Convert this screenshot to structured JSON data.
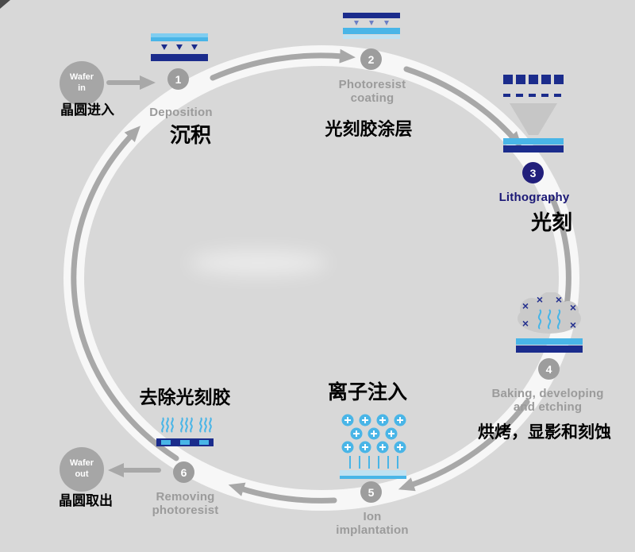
{
  "diagram": {
    "title_semantic": "semiconductor-manufacturing-cycle",
    "wafer_in": {
      "en": "Wafer in",
      "zh": "晶圆进入"
    },
    "wafer_out": {
      "en": "Wafer out",
      "zh": "晶圆取出"
    },
    "steps": [
      {
        "number": "1",
        "en": "Deposition",
        "zh": "沉积"
      },
      {
        "number": "2",
        "en": "Photoresist coating",
        "zh": "光刻胶涂层"
      },
      {
        "number": "3",
        "en": "Lithography",
        "zh": "光刻",
        "highlighted": true
      },
      {
        "number": "4",
        "en": "Baking, developing and etching",
        "zh": "烘烤，显影和刻蚀"
      },
      {
        "number": "5",
        "en": "Ion implantation",
        "zh": "离子注入"
      },
      {
        "number": "6",
        "en": "Removing photoresist",
        "zh": "去除光刻胶"
      }
    ],
    "colors": {
      "background": "#d8d8d8",
      "ring": "#f0f0f0",
      "arrow_gray": "#a8a8a8",
      "step_circle_gray": "#9d9d9d",
      "highlight_navy": "#221f7b",
      "navy": "#1b2c8c",
      "cyan": "#49b5e7",
      "pale_blue": "#bfe2f2",
      "label_gray": "#9b9b9b",
      "label_black": "#000000"
    }
  }
}
